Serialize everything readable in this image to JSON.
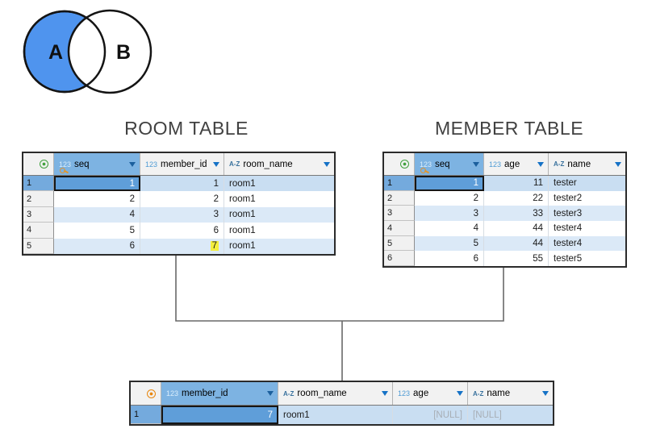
{
  "venn": {
    "label_a": "A",
    "label_b": "B",
    "circle_a_fill": "#4f94ee",
    "circle_b_fill": "#ffffff"
  },
  "room_table": {
    "title": "ROOM TABLE",
    "corner_icon": "record-target-icon",
    "corner_icon_color": "#3fa03c",
    "columns": [
      {
        "type": "123",
        "label": "seq",
        "align": "right",
        "selected": true,
        "key": true
      },
      {
        "type": "123",
        "label": "member_id",
        "align": "right"
      },
      {
        "type": "A-Z",
        "label": "room_name",
        "align": "left"
      }
    ],
    "rows": [
      {
        "num": "1",
        "selected": true,
        "cells": [
          {
            "text": "1",
            "selected_cell": true
          },
          {
            "text": "1"
          },
          {
            "text": "room1"
          }
        ]
      },
      {
        "num": "2",
        "cells": [
          {
            "text": "2"
          },
          {
            "text": "2"
          },
          {
            "text": "room1"
          }
        ]
      },
      {
        "num": "3",
        "alt": true,
        "cells": [
          {
            "text": "4"
          },
          {
            "text": "3"
          },
          {
            "text": "room1"
          }
        ]
      },
      {
        "num": "4",
        "cells": [
          {
            "text": "5"
          },
          {
            "text": "6"
          },
          {
            "text": "room1"
          }
        ]
      },
      {
        "num": "5",
        "alt": true,
        "cells": [
          {
            "text": "6"
          },
          {
            "text": "7",
            "highlight": true
          },
          {
            "text": "room1"
          }
        ]
      }
    ]
  },
  "member_table": {
    "title": "MEMBER TABLE",
    "corner_icon": "record-target-icon",
    "corner_icon_color": "#3fa03c",
    "columns": [
      {
        "type": "123",
        "label": "seq",
        "align": "right",
        "selected": true,
        "key": true
      },
      {
        "type": "123",
        "label": "age",
        "align": "right"
      },
      {
        "type": "A-Z",
        "label": "name",
        "align": "left"
      }
    ],
    "rows": [
      {
        "num": "1",
        "selected": true,
        "cells": [
          {
            "text": "1",
            "selected_cell": true
          },
          {
            "text": "11"
          },
          {
            "text": "tester"
          }
        ]
      },
      {
        "num": "2",
        "cells": [
          {
            "text": "2"
          },
          {
            "text": "22"
          },
          {
            "text": "tester2"
          }
        ]
      },
      {
        "num": "3",
        "alt": true,
        "cells": [
          {
            "text": "3"
          },
          {
            "text": "33"
          },
          {
            "text": "tester3"
          }
        ]
      },
      {
        "num": "4",
        "cells": [
          {
            "text": "4"
          },
          {
            "text": "44"
          },
          {
            "text": "tester4"
          }
        ]
      },
      {
        "num": "5",
        "alt": true,
        "cells": [
          {
            "text": "5"
          },
          {
            "text": "44"
          },
          {
            "text": "tester4"
          }
        ]
      },
      {
        "num": "6",
        "cells": [
          {
            "text": "6"
          },
          {
            "text": "55"
          },
          {
            "text": "tester5"
          }
        ]
      }
    ]
  },
  "result_table": {
    "corner_icon": "record-target-icon",
    "corner_icon_color": "#e8860c",
    "columns": [
      {
        "type": "123",
        "label": "member_id",
        "align": "right",
        "selected": true
      },
      {
        "type": "A-Z",
        "label": "room_name",
        "align": "left"
      },
      {
        "type": "123",
        "label": "age",
        "align": "right"
      },
      {
        "type": "A-Z",
        "label": "name",
        "align": "left"
      }
    ],
    "rows": [
      {
        "num": "1",
        "selected": true,
        "cells": [
          {
            "text": "7",
            "selected_cell": true
          },
          {
            "text": "room1"
          },
          {
            "text": "[NULL]",
            "null": true
          },
          {
            "text": "[NULL]",
            "null": true
          }
        ]
      }
    ]
  },
  "colors": {
    "header_selected": "#7db3e2",
    "cell_selected": "#5f9ed9",
    "row_selected": "#c9def2",
    "row_alternate": "#dbe9f7",
    "value_highlight": "#f4ef3d",
    "null_text": "#a8aeb5",
    "sort_arrow": "#1572c6"
  }
}
